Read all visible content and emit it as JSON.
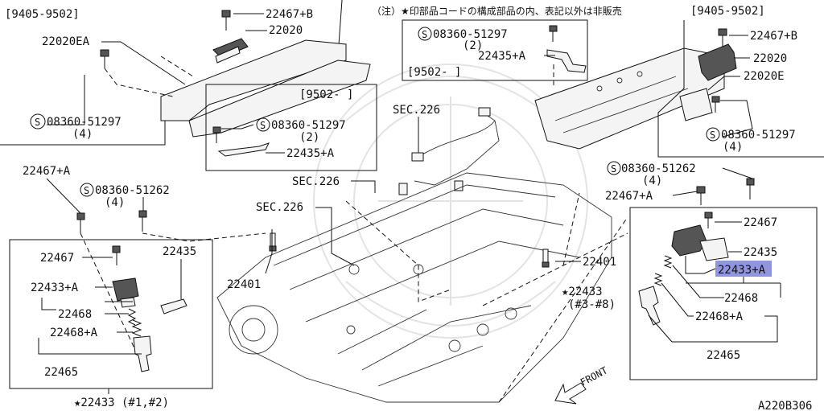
{
  "note": "（注）★印部品コードの構成部品の内、表記以外は非販売",
  "diagram_code": "A220B306",
  "front_label": "FRONT",
  "section_refs": [
    "SEC.226",
    "SEC.226",
    "SEC.226"
  ],
  "date_ranges": {
    "top_left": "[9405-9502]",
    "top_right": "[9405-9502]",
    "center_inset": "[9502- ]",
    "left_inset": "[9502- ]"
  },
  "parts": {
    "p22467B_left": "22467+B",
    "p22020_left": "22020",
    "p22020EA": "22020EA",
    "p08360_51297_left": "08360-51297",
    "p08360_51297_left_qty": "(4)",
    "p08360_51297_inset": "08360-51297",
    "p08360_51297_inset_qty": "(2)",
    "p22435A_inset": "22435+A",
    "p08360_51297_center": "08360-51297",
    "p08360_51297_center_qty": "(2)",
    "p22435A_center": "22435+A",
    "p22467B_right": "22467+B",
    "p22020_right": "22020",
    "p22020E": "22020E",
    "p08360_51297_right": "08360-51297",
    "p08360_51297_right_qty": "(4)",
    "p22467A_left": "22467+A",
    "p08360_51262_left": "08360-51262",
    "p08360_51262_left_qty": "(4)",
    "p22467_leftbox": "22467",
    "p22435_leftbox": "22435",
    "p22433A_leftbox": "22433+A",
    "p22468_leftbox": "22468",
    "p22468A_leftbox": "22468+A",
    "p22465_leftbox": "22465",
    "p22433_left_kit": "★22433 (#1,#2)",
    "p22401_left": "22401",
    "p22401_right": "22401",
    "p22433_right_kit": "★22433",
    "p22433_right_kit_range": "(#3-#8)",
    "p08360_51262_right": "08360-51262",
    "p08360_51262_right_qty": "(4)",
    "p22467A_right": "22467+A",
    "p22467_rightbox": "22467",
    "p22435_rightbox": "22435",
    "p22433A_rightbox": "22433+A",
    "p22468_rightbox": "22468",
    "p22468A_rightbox": "22468+A",
    "p22465_rightbox": "22465"
  },
  "highlight_part": "22433+A",
  "colors": {
    "highlight": "#8f95de",
    "ink": "#111111"
  }
}
